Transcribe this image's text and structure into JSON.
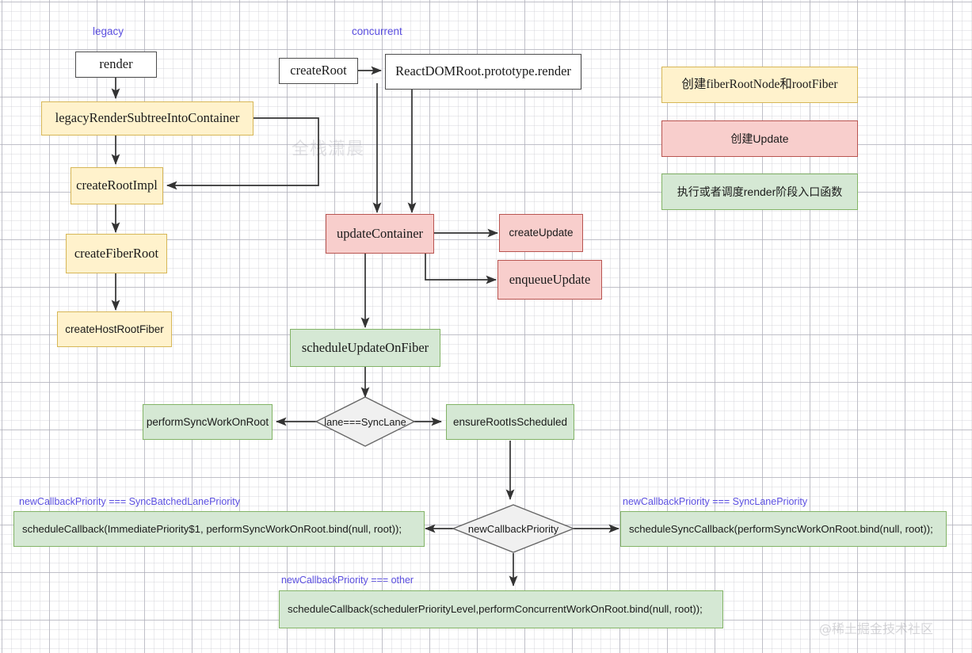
{
  "diagram": {
    "title": "React render scheduling flow",
    "watermarks": {
      "center": "全栈潇晨",
      "corner": "@稀土掘金技术社区"
    },
    "column_labels": {
      "legacy": "legacy",
      "concurrent": "concurrent"
    },
    "colors": {
      "white_fill": "#ffffff",
      "white_stroke": "#4d4d4d",
      "yellow_fill": "#fff2cc",
      "yellow_stroke": "#d6b656",
      "pink_fill": "#f8cecc",
      "pink_stroke": "#b85450",
      "green_fill": "#d5e8d4",
      "green_stroke": "#82b366",
      "diamond_fill": "#f0f0f0",
      "diamond_stroke": "#666666",
      "label_text": "#5b4fe0",
      "edge_stroke": "#333333"
    },
    "nodes": {
      "render": "render",
      "legacy_render_subtree": "legacyRenderSubtreeIntoContainer",
      "create_root_impl": "createRootImpl",
      "create_fiber_root": "createFiberRoot",
      "create_host_root_fiber": "createHostRootFiber",
      "create_root": "createRoot",
      "reactdomroot_render": "ReactDOMRoot.prototype.render",
      "update_container": "updateContainer",
      "create_update": "createUpdate",
      "enqueue_update": "enqueueUpdate",
      "schedule_update_on_fiber": "scheduleUpdateOnFiber",
      "perform_sync_work_on_root": "performSyncWorkOnRoot",
      "ensure_root_is_scheduled": "ensureRootIsScheduled",
      "schedule_callback_immediate": "scheduleCallback(ImmediatePriority$1, performSyncWorkOnRoot.bind(null, root));",
      "schedule_sync_callback": "scheduleSyncCallback(performSyncWorkOnRoot.bind(null, root));",
      "schedule_callback_concurrent": "scheduleCallback(schedulerPriorityLevel,performConcurrentWorkOnRoot.bind(null, root));"
    },
    "decisions": {
      "lane_sync_lane": "lane===SyncLane",
      "new_callback_priority": "newCallbackPriority"
    },
    "branch_labels": {
      "sync_batched": "newCallbackPriority === SyncBatchedLanePriority",
      "sync_lane_priority": "newCallbackPriority === SyncLanePriority",
      "other": "newCallbackPriority === other"
    },
    "legend": [
      {
        "text": "创建fiberRootNode和rootFiber",
        "style": "yellow"
      },
      {
        "text": "创建Update",
        "style": "pink"
      },
      {
        "text": "执行或者调度render阶段入口函数",
        "style": "green"
      }
    ]
  },
  "chart_data": {
    "type": "diagram",
    "title": "React render scheduling flowchart",
    "flow_edges": [
      {
        "from": "render",
        "to": "legacyRenderSubtreeIntoContainer"
      },
      {
        "from": "legacyRenderSubtreeIntoContainer",
        "to": "createRootImpl"
      },
      {
        "from": "legacyRenderSubtreeIntoContainer",
        "to": "createRootImpl",
        "note": "right routed elbow"
      },
      {
        "from": "createRootImpl",
        "to": "createFiberRoot"
      },
      {
        "from": "createFiberRoot",
        "to": "createHostRootFiber"
      },
      {
        "from": "createRoot",
        "to": "ReactDOMRoot.prototype.render"
      },
      {
        "from": "createRoot",
        "to": "createRootImpl",
        "note": "elbow left"
      },
      {
        "from": "createRoot",
        "to": "updateContainer"
      },
      {
        "from": "ReactDOMRoot.prototype.render",
        "to": "updateContainer"
      },
      {
        "from": "updateContainer",
        "to": "createUpdate"
      },
      {
        "from": "updateContainer",
        "to": "enqueueUpdate"
      },
      {
        "from": "updateContainer",
        "to": "scheduleUpdateOnFiber"
      },
      {
        "from": "scheduleUpdateOnFiber",
        "to": "lane===SyncLane"
      },
      {
        "from": "lane===SyncLane",
        "to": "performSyncWorkOnRoot"
      },
      {
        "from": "lane===SyncLane",
        "to": "ensureRootIsScheduled"
      },
      {
        "from": "ensureRootIsScheduled",
        "to": "newCallbackPriority"
      },
      {
        "from": "newCallbackPriority",
        "to": "scheduleCallback(ImmediatePriority$1, ...)",
        "label": "newCallbackPriority === SyncBatchedLanePriority"
      },
      {
        "from": "newCallbackPriority",
        "to": "scheduleSyncCallback(...)",
        "label": "newCallbackPriority === SyncLanePriority"
      },
      {
        "from": "newCallbackPriority",
        "to": "scheduleCallback(schedulerPriorityLevel, ...)",
        "label": "newCallbackPriority === other"
      }
    ]
  }
}
